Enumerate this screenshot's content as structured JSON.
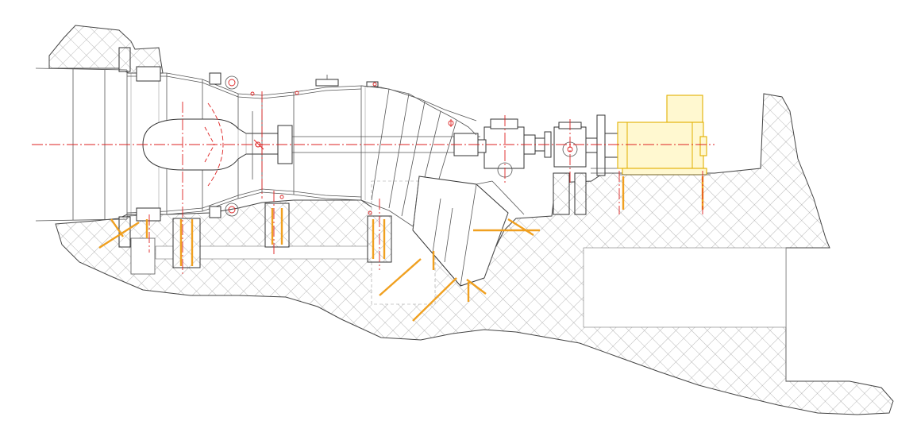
{
  "drawing": {
    "description_kind": "turbine-unit-longitudinal-section",
    "colors": {
      "concrete_outline": "#444444",
      "hatch": "#9a9a9a",
      "centerline": "#dd2222",
      "anchor_bolts": "#f0a020",
      "generator": "#e2b000",
      "steel": "#333333"
    },
    "icons": [
      "concrete-hatch",
      "anchor-bolt",
      "flange",
      "bearing-housing",
      "gearbox",
      "generator"
    ]
  }
}
